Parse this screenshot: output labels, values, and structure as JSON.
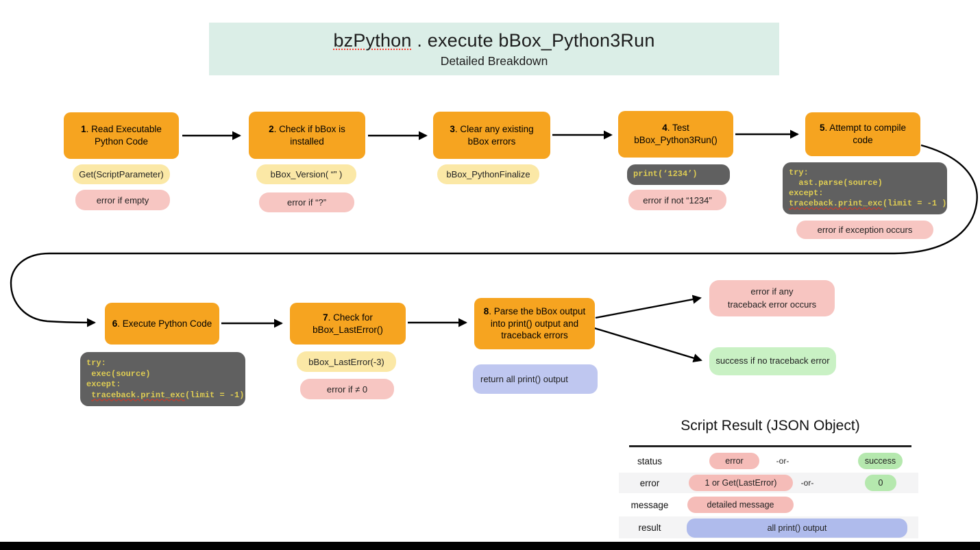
{
  "banner": {
    "word": "bzPython",
    "rest": " . execute bBox_Python3Run",
    "subtitle": "Detailed Breakdown"
  },
  "steps": [
    {
      "num": "1",
      "title": ". Read Executable Python Code",
      "api": "Get(ScriptParameter)",
      "error": "error if empty"
    },
    {
      "num": "2",
      "title": ". Check if bBox is installed",
      "api": "bBox_Version( “” )",
      "error": "error if “?”"
    },
    {
      "num": "3",
      "title": ". Clear any existing bBox errors",
      "api": "bBox_PythonFinalize"
    },
    {
      "num": "4",
      "title": ". Test bBox_Python3Run()",
      "code": [
        "print(‘1234’)"
      ],
      "error": "error if not “1234”"
    },
    {
      "num": "5",
      "title": ". Attempt to compile code",
      "code": [
        "try:",
        "  ast.parse(source)",
        "except:"
      ],
      "exc": {
        "prefix": "",
        "name": "traceback.print_exc",
        "rest": "(limit = -1 )"
      },
      "error": "error if exception occurs"
    },
    {
      "num": "6",
      "title": ". Execute Python Code",
      "code": [
        "try:",
        " exec(source)",
        "except:"
      ],
      "exc": {
        "prefix": " ",
        "name": "traceback.print_exc",
        "rest": "(limit = -1)"
      }
    },
    {
      "num": "7",
      "title": ". Check for bBox_LastError()",
      "api": "bBox_LastError(-3)",
      "error": "error if ≠ 0"
    },
    {
      "num": "8",
      "title": ". Parse the bBox output into print() output and traceback errors",
      "return_label": "return all print() output"
    }
  ],
  "outcomes": {
    "error": "error if any\ntraceback error occurs",
    "success": "success if no traceback error"
  },
  "result_table": {
    "title": "Script Result (JSON Object)",
    "rows": [
      {
        "label": "status",
        "pink": "error",
        "or": "-or-",
        "green": "success"
      },
      {
        "label": "error",
        "pink": "1 or Get(LastError)",
        "or": "-or-",
        "green": "0"
      },
      {
        "label": "message",
        "pink": "detailed message"
      },
      {
        "label": "result",
        "blue": "all print() output"
      }
    ]
  },
  "colors": {
    "orange": "#F6A420",
    "yellow": "#FBE8A6",
    "pink": "#F7C6C2",
    "green": "#C9F1C4",
    "blue": "#BFC7F0",
    "code_bg": "#606060",
    "code_text": "#DFCD53",
    "banner_bg": "#DBEEE7"
  }
}
